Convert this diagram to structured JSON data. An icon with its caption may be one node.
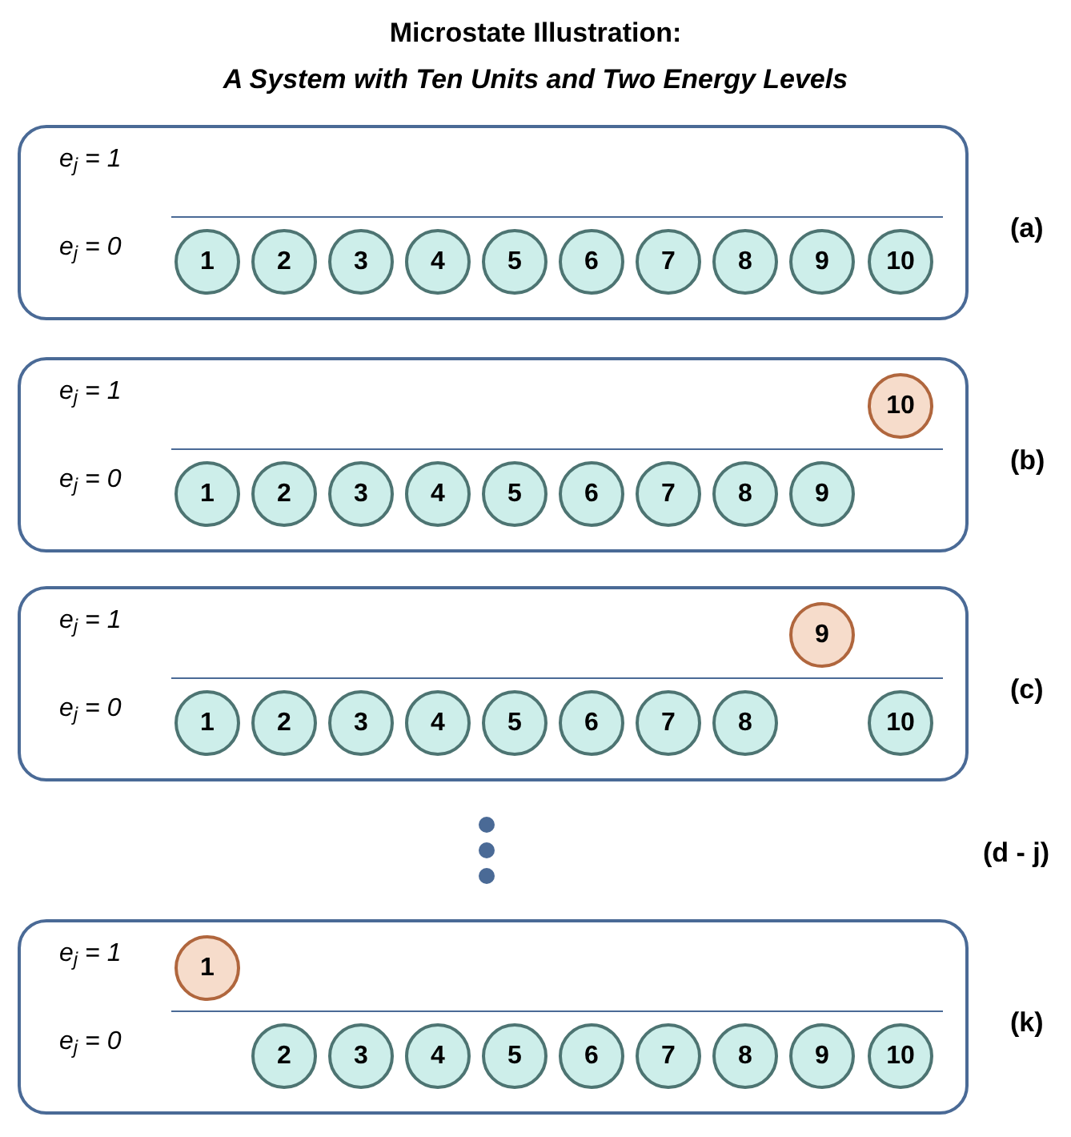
{
  "diagram": {
    "title": "Microstate Illustration: *A System with Ten Units and Two Energy Levels*",
    "nodes": [
      {
        "text": [
          "e$_{j}$ = 1",
          "e$_{j}$ = 0"
        ],
        "beside": [
          "(a)"
        ]
      },
      {
        "text": [
          "1"
        ],
        "in": 0
      },
      {
        "text": [
          "2"
        ],
        "in": 0
      },
      {
        "text": [
          "3"
        ],
        "in": 0
      },
      {
        "text": [
          "4"
        ],
        "in": 0
      },
      {
        "text": [
          "5"
        ],
        "in": 0
      },
      {
        "text": [
          "6"
        ],
        "in": 0
      },
      {
        "text": [
          "7"
        ],
        "in": 0
      },
      {
        "text": [
          "8"
        ],
        "in": 0
      },
      {
        "text": [
          "9"
        ],
        "in": 0
      },
      {
        "text": [
          "10"
        ],
        "in": 0
      },
      {
        "text": [
          "e$_{j}$ = 1",
          "e$_{j}$ = 0"
        ],
        "beside": [
          "(b)"
        ]
      },
      {
        "text": [
          "1"
        ],
        "in": 11
      },
      {
        "text": [
          "2"
        ],
        "in": 11
      },
      {
        "text": [
          "3"
        ],
        "in": 11
      },
      {
        "text": [
          "4"
        ],
        "in": 11
      },
      {
        "text": [
          "5"
        ],
        "in": 11
      },
      {
        "text": [
          "6"
        ],
        "in": 11
      },
      {
        "text": [
          "7"
        ],
        "in": 11
      },
      {
        "text": [
          "8"
        ],
        "in": 11
      },
      {
        "text": [
          "9"
        ],
        "in": 11
      },
      {
        "text": [
          "10"
        ],
        "in": 11
      },
      {
        "text": [
          "e$_{j}$ = 1",
          "e$_{j}$ = 0"
        ],
        "beside": [
          "(c)"
        ]
      },
      {
        "text": [
          "1"
        ],
        "in": 22
      },
      {
        "text": [
          "2"
        ],
        "in": 22
      },
      {
        "text": [
          "3"
        ],
        "in": 22
      },
      {
        "text": [
          "4"
        ],
        "in": 22
      },
      {
        "text": [
          "5"
        ],
        "in": 22
      },
      {
        "text": [
          "6"
        ],
        "in": 22
      },
      {
        "text": [
          "7"
        ],
        "in": 22
      },
      {
        "text": [
          "8"
        ],
        "in": 22
      },
      {
        "text": [
          "9"
        ],
        "in": 22
      },
      {
        "text": [
          "10"
        ],
        "in": 22
      },
      {
        "text": [
          "e$_{j}$ = 1",
          "e$_{j}$ = 0"
        ],
        "beside": [
          "(k)"
        ]
      },
      {
        "text": [
          "1"
        ],
        "in": 33
      },
      {
        "text": [
          "2"
        ],
        "in": 33
      },
      {
        "text": [
          "3"
        ],
        "in": 33
      },
      {
        "text": [
          "4"
        ],
        "in": 33
      },
      {
        "text": [
          "5"
        ],
        "in": 33
      },
      {
        "text": [
          "6"
        ],
        "in": 33
      },
      {
        "text": [
          "7"
        ],
        "in": 33
      },
      {
        "text": [
          "8"
        ],
        "in": 33
      },
      {
        "text": [
          "9"
        ],
        "in": 33
      },
      {
        "text": [
          "10"
        ],
        "in": 33
      }
    ],
    "edges": [],
    "labels": [
      "(d - j)"
    ]
  }
}
